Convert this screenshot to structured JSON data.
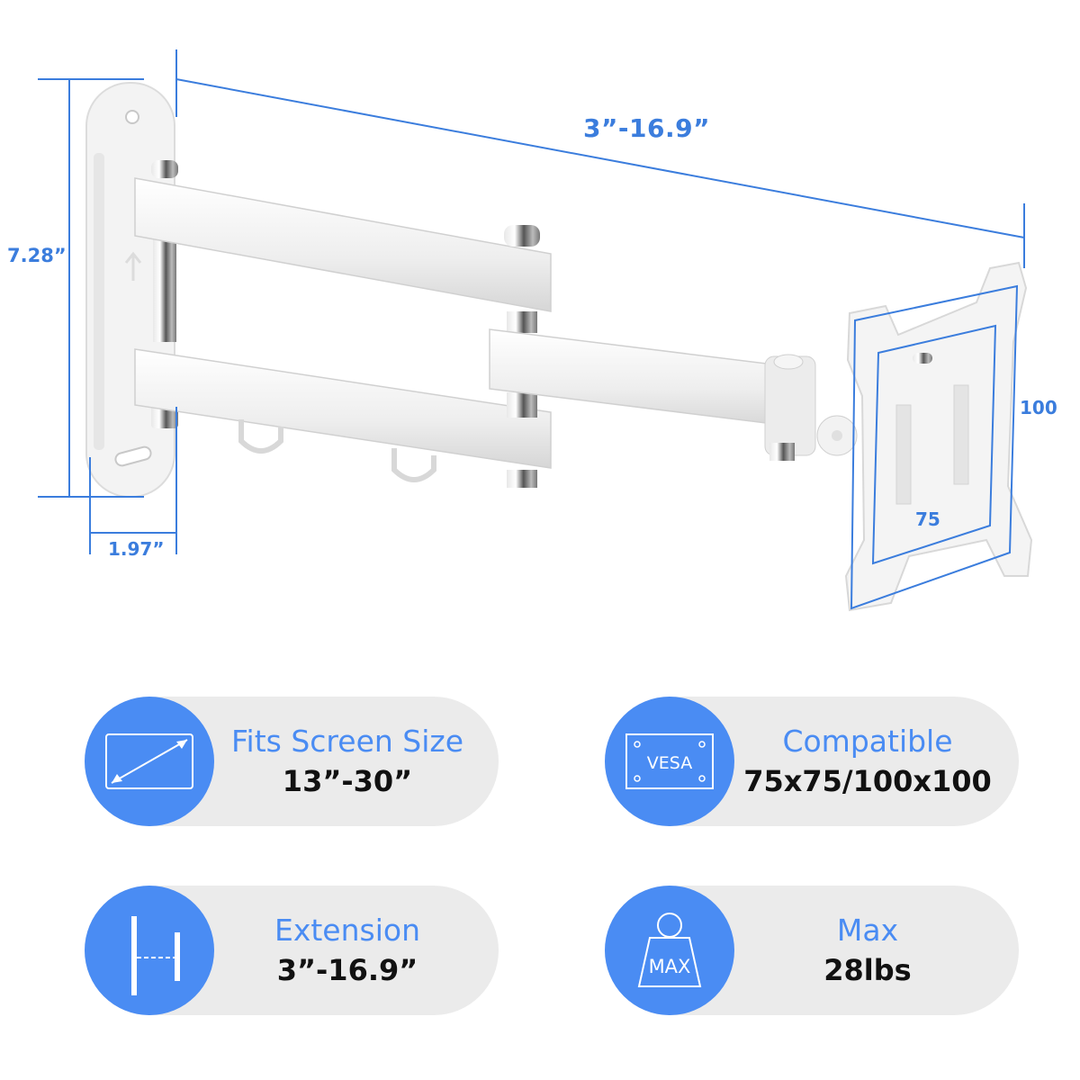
{
  "dimensions": {
    "extension_length": "3”-16.9”",
    "plate_height": "7.28”",
    "plate_depth": "1.97”",
    "vesa_large": "100",
    "vesa_small": "75"
  },
  "colors": {
    "accent": "#4a8cf3",
    "dimension_line": "#3b7ddd",
    "badge_bg": "#ebebeb",
    "value_text": "#111111"
  },
  "features": [
    {
      "icon": "screen-diagonal-icon",
      "title": "Fits Screen Size",
      "value": "13”-30”"
    },
    {
      "icon": "vesa-plate-icon",
      "icon_label": "VESA",
      "title": "Compatible",
      "value": "75x75/100x100"
    },
    {
      "icon": "extension-icon",
      "title": "Extension",
      "value": "3”-16.9”"
    },
    {
      "icon": "weight-icon",
      "icon_label": "MAX",
      "title": "Max",
      "value": "28lbs"
    }
  ]
}
